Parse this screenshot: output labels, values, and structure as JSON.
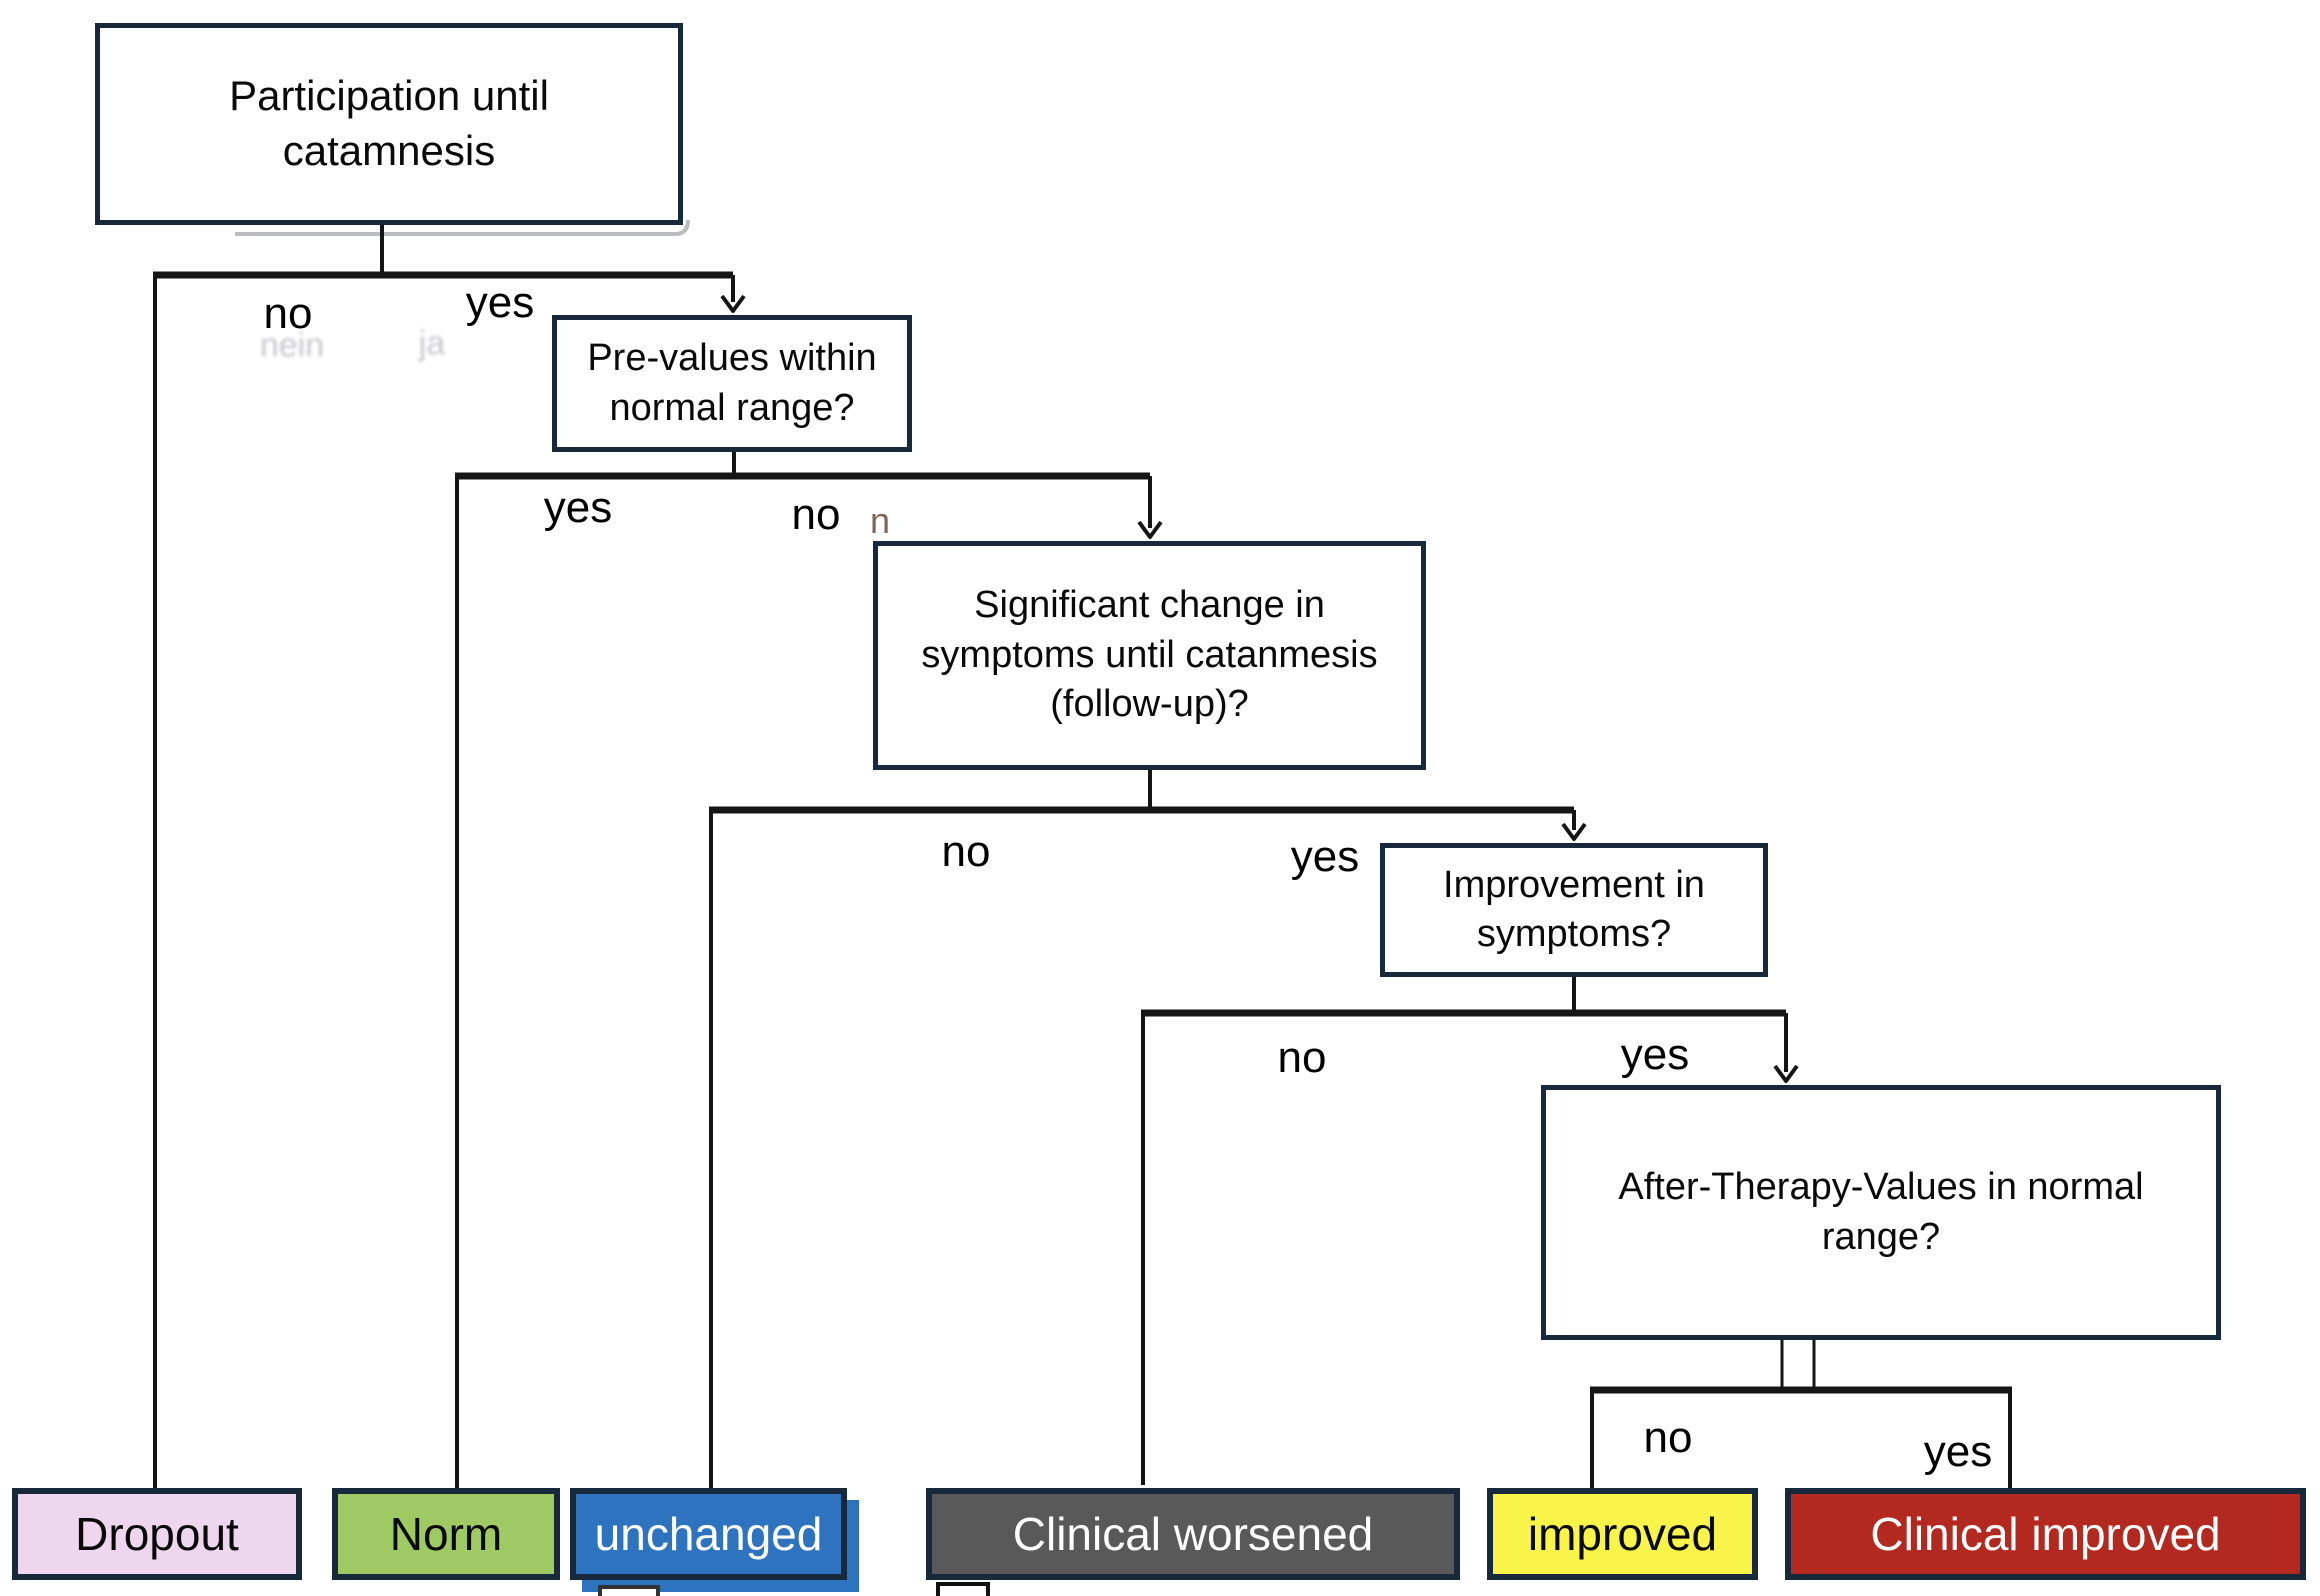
{
  "diagram": {
    "type": "decision-tree-flowchart",
    "background": "#ffffff",
    "box_border_color": "#17293a",
    "line_color": "#151515",
    "root": {
      "label": "Participation until catamnesis"
    },
    "questions": {
      "pre_values": {
        "label": "Pre-values within normal range?"
      },
      "significant_change": {
        "label": "Significant change in symptoms until catanmesis (follow-up)?"
      },
      "improvement": {
        "label": "Improvement in symptoms?"
      },
      "after_therapy": {
        "label": "After-Therapy-Values in normal range?"
      }
    },
    "branches": {
      "participation": {
        "left": "no",
        "right": "yes"
      },
      "pre_values": {
        "left": "yes",
        "right": "no"
      },
      "significant_change": {
        "left": "no",
        "right": "yes"
      },
      "improvement": {
        "left": "no",
        "right": "yes"
      },
      "after_therapy": {
        "left": "no",
        "right": "yes"
      }
    },
    "outcomes": {
      "dropout": {
        "label": "Dropout",
        "bg": "#eed6ee",
        "text_color": "#000000"
      },
      "norm": {
        "label": "Norm",
        "bg": "#9fc963",
        "text_color": "#000000"
      },
      "unchanged": {
        "label": "unchanged",
        "bg": "#2e73c0",
        "text_color": "#ffffff"
      },
      "clinical_worsened": {
        "label": "Clinical worsened",
        "bg": "#595959",
        "text_color": "#ffffff"
      },
      "improved": {
        "label": "improved",
        "bg": "#f8f44a",
        "text_color": "#000000"
      },
      "clinical_improved": {
        "label": "Clinical improved",
        "bg": "#b3291f",
        "text_color": "#ffffff"
      }
    },
    "artifacts": {
      "erased_label_left": "nein",
      "erased_label_right": "ja",
      "stray_char": "n"
    }
  }
}
